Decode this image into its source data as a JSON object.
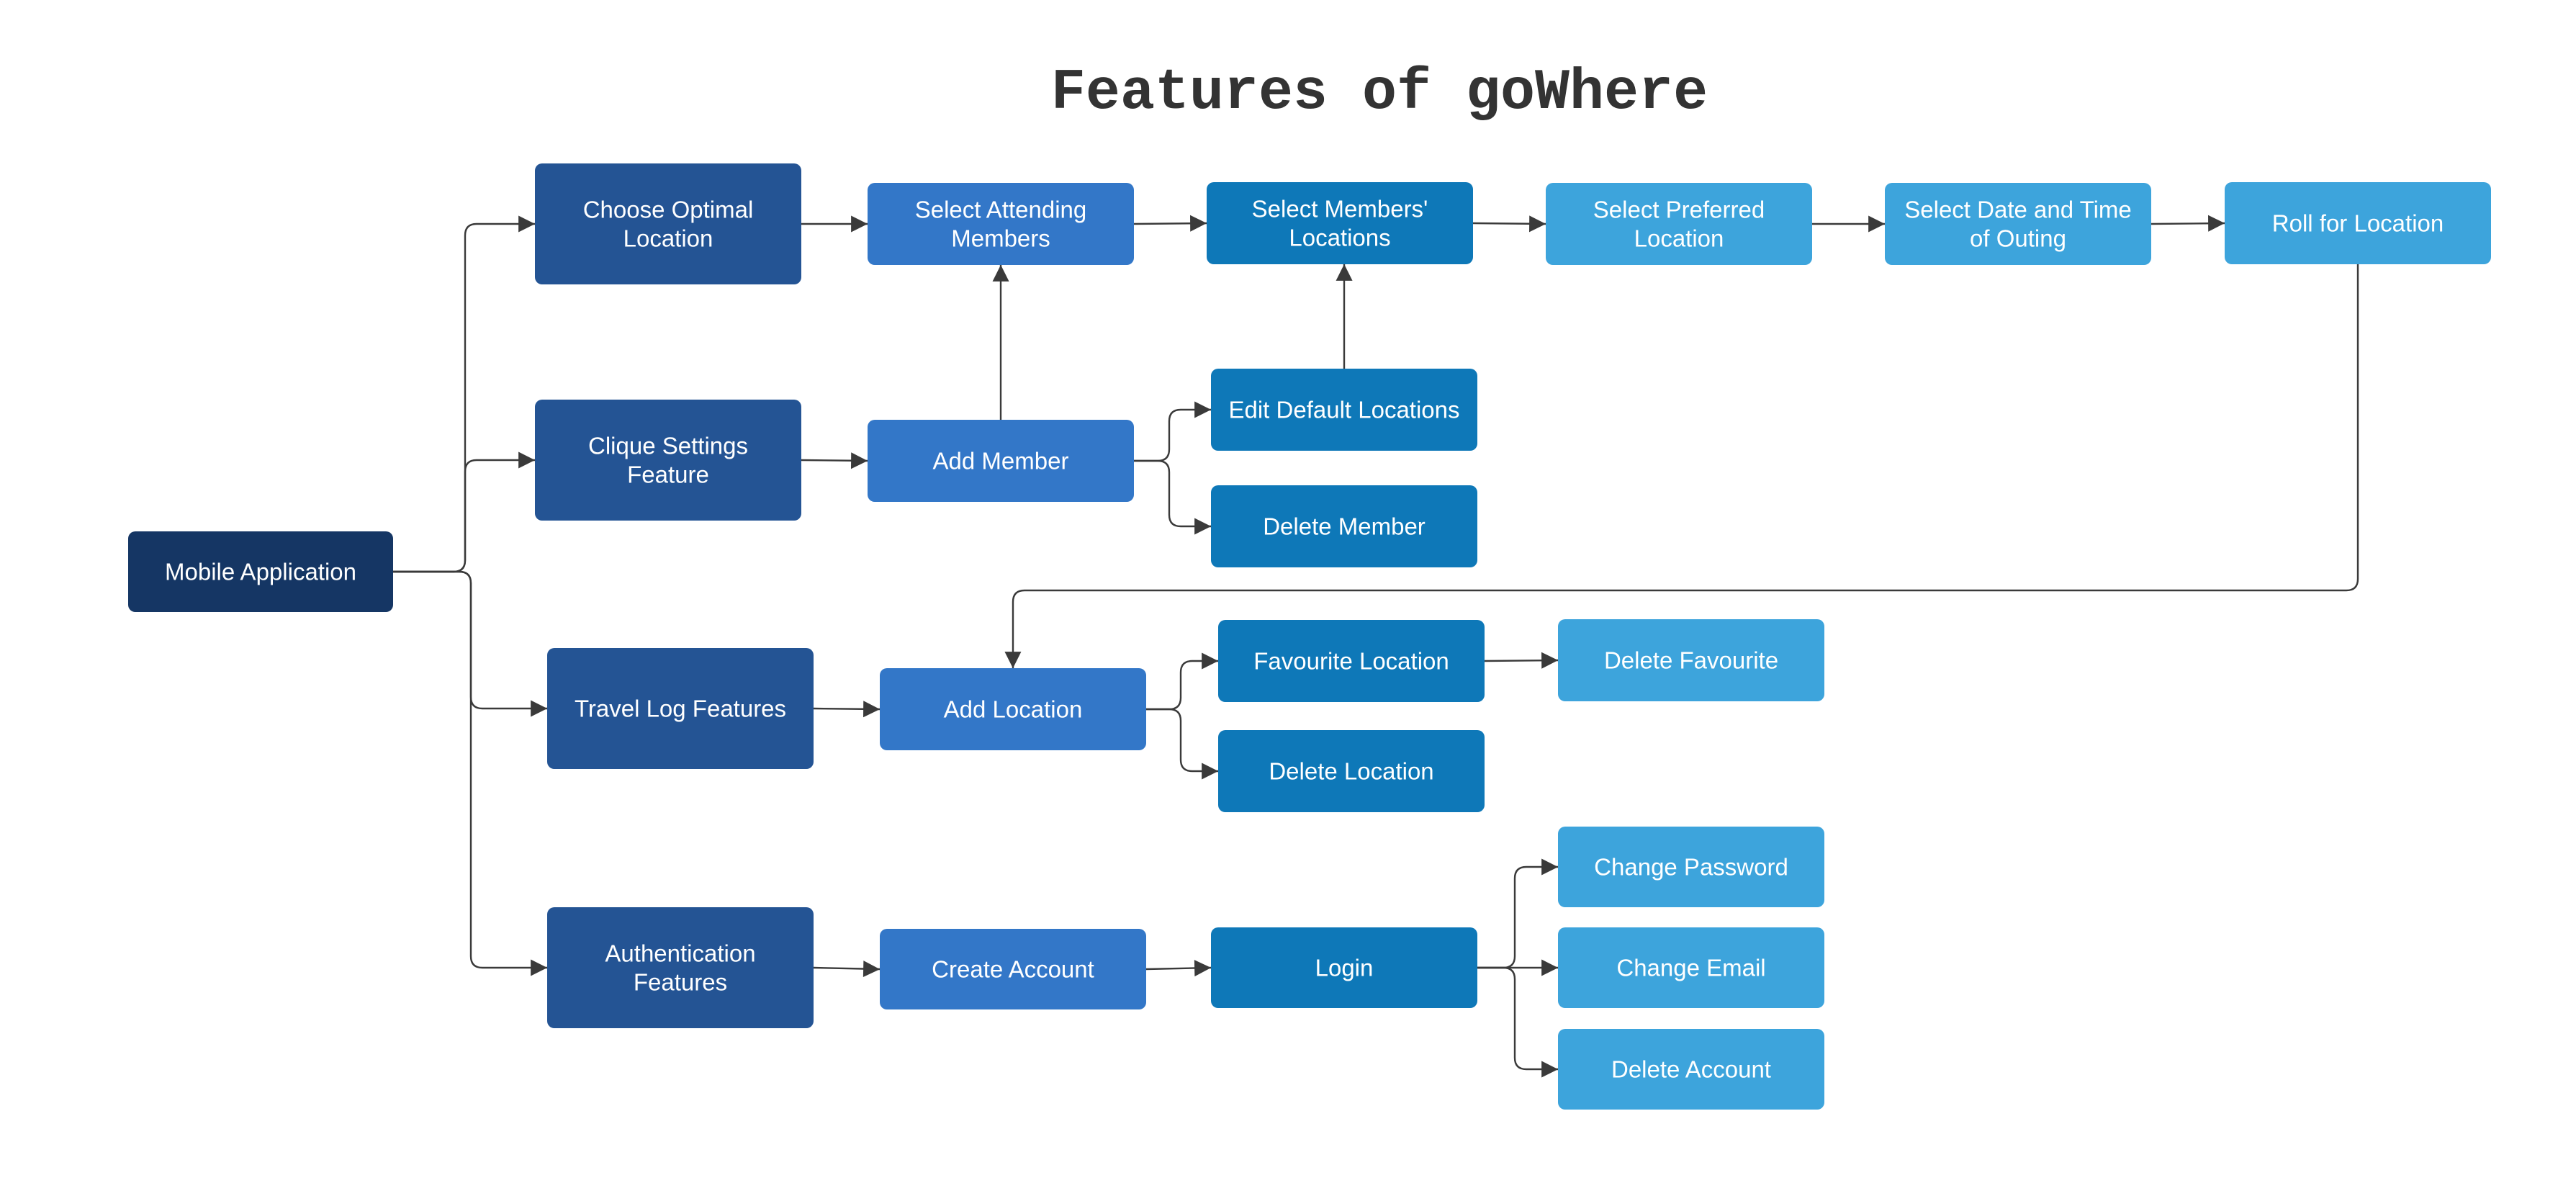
{
  "title": "Features of goWhere",
  "colors": {
    "root": "#153664",
    "category": "#245494",
    "level2": "#3377c8",
    "level3": "#0e78b8",
    "level4": "#3da4dc",
    "edge": "#3a3a3a",
    "title": "#333333"
  },
  "nodes": {
    "mobile_app": {
      "lines": [
        "Mobile Application"
      ],
      "color": "root"
    },
    "choose_optimal": {
      "lines": [
        "Choose Optimal",
        "Location"
      ],
      "color": "category"
    },
    "clique_settings": {
      "lines": [
        "Clique Settings",
        "Feature"
      ],
      "color": "category"
    },
    "travel_log": {
      "lines": [
        "Travel Log Features"
      ],
      "color": "category"
    },
    "authentication": {
      "lines": [
        "Authentication",
        "Features"
      ],
      "color": "category"
    },
    "select_attending": {
      "lines": [
        "Select Attending",
        "Members"
      ],
      "color": "level2"
    },
    "add_member": {
      "lines": [
        "Add Member"
      ],
      "color": "level2"
    },
    "add_location": {
      "lines": [
        "Add Location"
      ],
      "color": "level2"
    },
    "create_account": {
      "lines": [
        "Create Account"
      ],
      "color": "level2"
    },
    "select_members_locations": {
      "lines": [
        "Select Members'",
        "Locations"
      ],
      "color": "level3"
    },
    "edit_default": {
      "lines": [
        "Edit Default Locations"
      ],
      "color": "level3"
    },
    "delete_member": {
      "lines": [
        "Delete Member"
      ],
      "color": "level3"
    },
    "favourite_location": {
      "lines": [
        "Favourite Location"
      ],
      "color": "level3"
    },
    "delete_location": {
      "lines": [
        "Delete Location"
      ],
      "color": "level3"
    },
    "login": {
      "lines": [
        "Login"
      ],
      "color": "level3"
    },
    "select_preferred": {
      "lines": [
        "Select Preferred",
        "Location"
      ],
      "color": "level4"
    },
    "select_date_time": {
      "lines": [
        "Select Date and Time",
        "of Outing"
      ],
      "color": "level4"
    },
    "roll_for_location": {
      "lines": [
        "Roll for Location"
      ],
      "color": "level4"
    },
    "delete_favourite": {
      "lines": [
        "Delete Favourite"
      ],
      "color": "level4"
    },
    "change_password": {
      "lines": [
        "Change Password"
      ],
      "color": "level4"
    },
    "change_email": {
      "lines": [
        "Change Email"
      ],
      "color": "level4"
    },
    "delete_account": {
      "lines": [
        "Delete Account"
      ],
      "color": "level4"
    }
  },
  "edges": [
    {
      "from": "mobile_app",
      "to": "choose_optimal"
    },
    {
      "from": "mobile_app",
      "to": "clique_settings"
    },
    {
      "from": "mobile_app",
      "to": "travel_log"
    },
    {
      "from": "mobile_app",
      "to": "authentication"
    },
    {
      "from": "choose_optimal",
      "to": "select_attending"
    },
    {
      "from": "select_attending",
      "to": "select_members_locations"
    },
    {
      "from": "select_members_locations",
      "to": "select_preferred"
    },
    {
      "from": "select_preferred",
      "to": "select_date_time"
    },
    {
      "from": "select_date_time",
      "to": "roll_for_location"
    },
    {
      "from": "roll_for_location",
      "to": "add_location"
    },
    {
      "from": "clique_settings",
      "to": "add_member"
    },
    {
      "from": "add_member",
      "to": "select_attending"
    },
    {
      "from": "add_member",
      "to": "edit_default"
    },
    {
      "from": "add_member",
      "to": "delete_member"
    },
    {
      "from": "edit_default",
      "to": "select_members_locations"
    },
    {
      "from": "travel_log",
      "to": "add_location"
    },
    {
      "from": "add_location",
      "to": "favourite_location"
    },
    {
      "from": "add_location",
      "to": "delete_location"
    },
    {
      "from": "favourite_location",
      "to": "delete_favourite"
    },
    {
      "from": "authentication",
      "to": "create_account"
    },
    {
      "from": "create_account",
      "to": "login"
    },
    {
      "from": "login",
      "to": "change_password"
    },
    {
      "from": "login",
      "to": "change_email"
    },
    {
      "from": "login",
      "to": "delete_account"
    }
  ]
}
